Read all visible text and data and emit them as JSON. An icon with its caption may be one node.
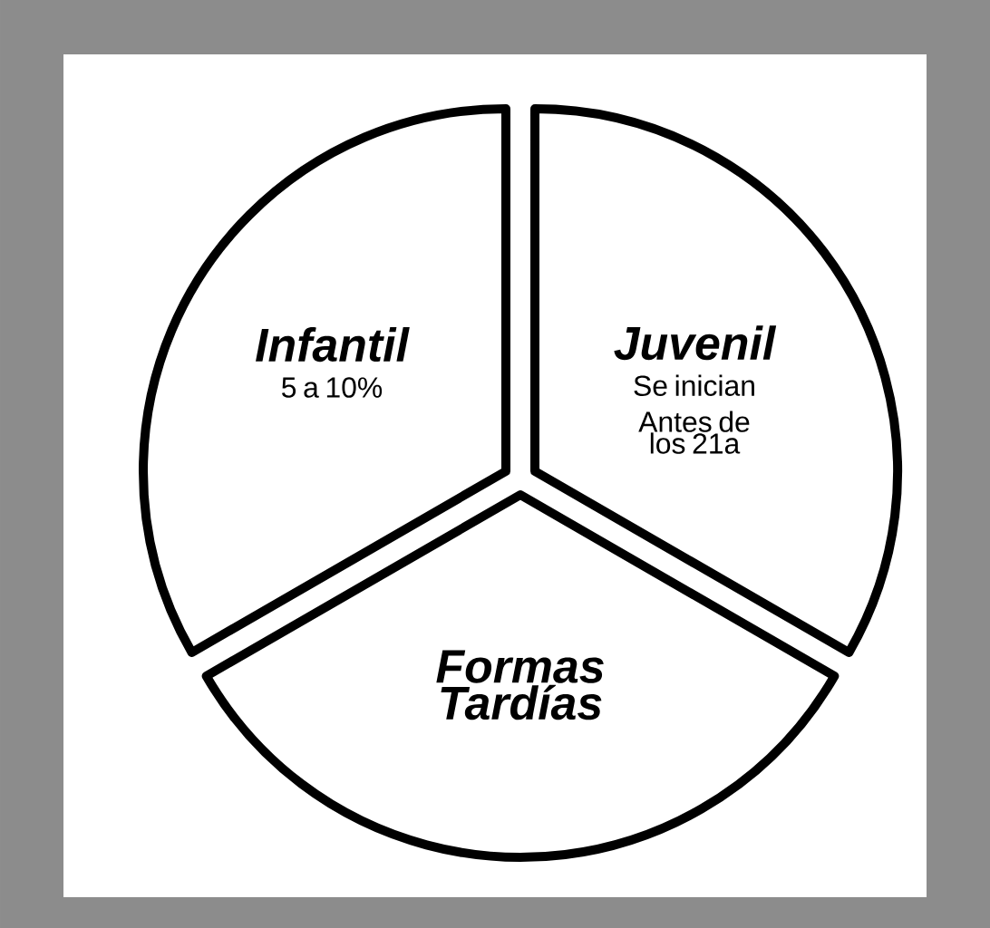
{
  "diagram": {
    "nodes": [
      {
        "text": [
          "Infantil",
          "5 a 10%"
        ]
      },
      {
        "text": [
          "Juvenil",
          "Se inician",
          "Antes de los 21a"
        ]
      },
      {
        "text": [
          "Formas Tardías"
        ]
      }
    ]
  }
}
